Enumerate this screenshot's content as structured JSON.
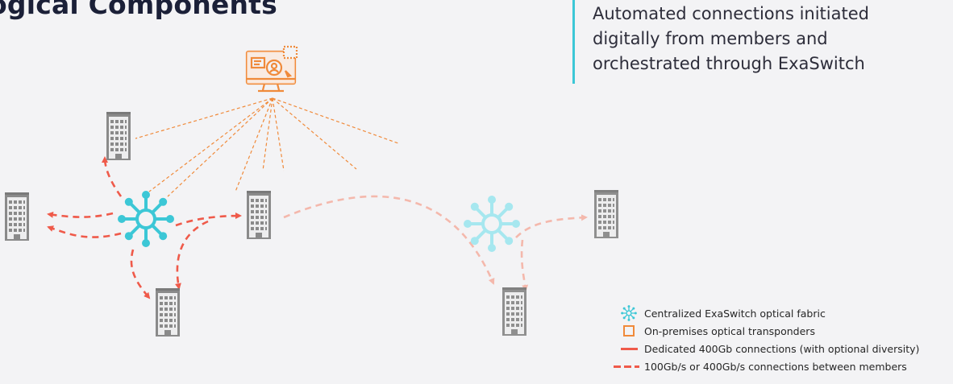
{
  "title": "ogical Components",
  "callout": {
    "text": "Automated connections initiated digitally from members and orchestrated through ExaSwitch"
  },
  "colors": {
    "accent_cyan": "#3cc7d6",
    "accent_orange": "#f08a3a",
    "connection_red": "#ef5a4a",
    "building_gray": "#8c8c8c"
  },
  "legend": {
    "items": [
      {
        "icon": "snowflake-icon",
        "label": "Centralized ExaSwitch optical fabric"
      },
      {
        "icon": "orange-square-icon",
        "label": "On-premises optical transponders"
      },
      {
        "icon": "solid-line-icon",
        "label": "Dedicated 400Gb connections (with optional diversity)"
      },
      {
        "icon": "dashed-line-icon",
        "label": "100Gb/s or 400Gb/s connections between members"
      }
    ]
  }
}
